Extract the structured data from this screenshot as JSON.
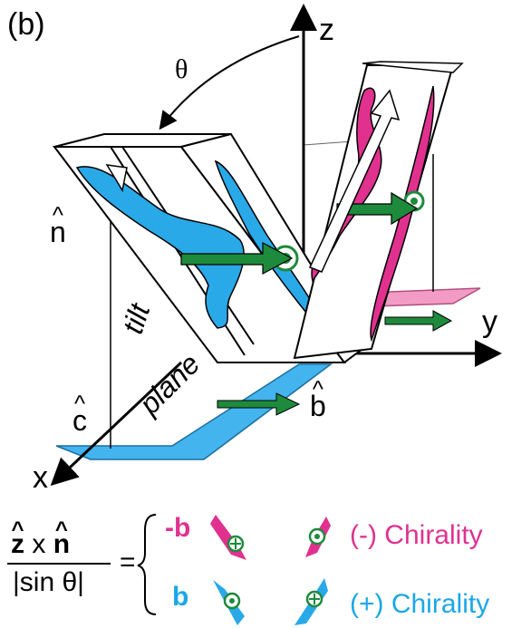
{
  "panel_label": "(b)",
  "axes": {
    "z": "z",
    "y": "y",
    "x": "x"
  },
  "angle_label": "θ",
  "vectors": {
    "n": "n",
    "c": "c",
    "b": "b"
  },
  "tilt_plane_lines": [
    "tilt",
    "plane"
  ],
  "formula": {
    "numerator_z": "z",
    "numerator_x": "x",
    "numerator_n": "n",
    "denominator": "|sin θ|",
    "equals": "="
  },
  "chirality": {
    "negative": {
      "sign": "-b",
      "label": "(-) Chirality",
      "color": "#e0318f"
    },
    "positive": {
      "sign": "b",
      "label": "(+) Chirality",
      "color": "#1aa7e6"
    }
  },
  "colors": {
    "green": "#1e8a3c",
    "magenta": "#e0318f",
    "cyan": "#29a9e8",
    "pink_light": "#f29cc5"
  }
}
